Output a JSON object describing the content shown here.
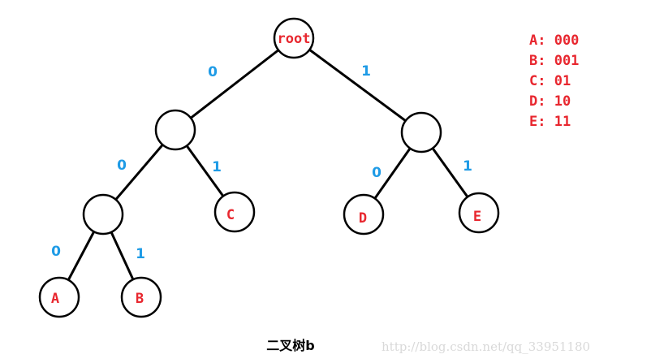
{
  "diagram": {
    "nodes": [
      {
        "id": "root",
        "label": "root"
      },
      {
        "id": "n0",
        "label": ""
      },
      {
        "id": "n1",
        "label": ""
      },
      {
        "id": "n00",
        "label": ""
      },
      {
        "id": "C",
        "label": "C"
      },
      {
        "id": "D",
        "label": "D"
      },
      {
        "id": "E",
        "label": "E"
      },
      {
        "id": "A",
        "label": "A"
      },
      {
        "id": "B",
        "label": "B"
      }
    ],
    "edges": [
      {
        "from": "root",
        "to": "n0",
        "label": "0"
      },
      {
        "from": "root",
        "to": "n1",
        "label": "1"
      },
      {
        "from": "n0",
        "to": "n00",
        "label": "0"
      },
      {
        "from": "n0",
        "to": "C",
        "label": "1"
      },
      {
        "from": "n1",
        "to": "D",
        "label": "0"
      },
      {
        "from": "n1",
        "to": "E",
        "label": "1"
      },
      {
        "from": "n00",
        "to": "A",
        "label": "0"
      },
      {
        "from": "n00",
        "to": "B",
        "label": "1"
      }
    ]
  },
  "legend": [
    "A: 000",
    "B: 001",
    "C: 01",
    "D: 10",
    "E: 11"
  ],
  "caption": "二叉树b",
  "watermark": "http://blog.csdn.net/qq_33951180",
  "colors": {
    "node_label": "#e8272f",
    "edge_label": "#1e9be6",
    "lines": "#000000",
    "watermark": "#d9d9d9"
  }
}
